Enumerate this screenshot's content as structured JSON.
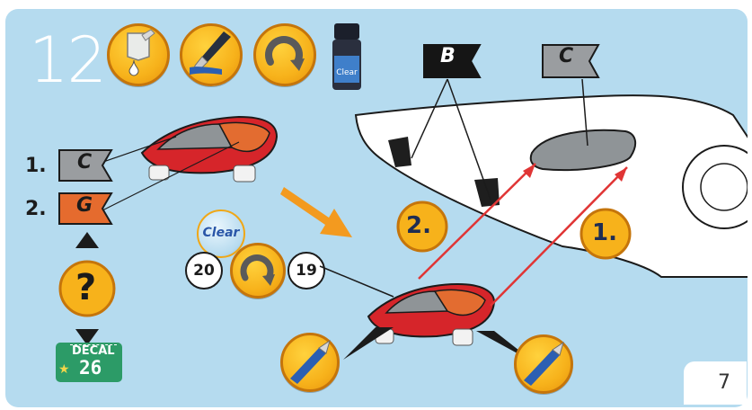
{
  "step": {
    "number": "12"
  },
  "page": {
    "number": "7"
  },
  "paint": {
    "jar_label": "Clear",
    "badge_label": "Clear"
  },
  "flags": {
    "step1_letter": "C",
    "step2_letter": "G",
    "black_flag_letter": "B",
    "grey_flag_letter": "C"
  },
  "steps": {
    "item1_label": "1.",
    "item2_label": "2.",
    "big_step_1": "1.",
    "big_step_2": "2."
  },
  "parts": {
    "part_left": "20",
    "part_right": "19"
  },
  "decal": {
    "title": "DECAL",
    "number": "26"
  },
  "colors": {
    "panel": "#b5dbef",
    "accent_orange": "#f7b21b",
    "car_red": "#d6252a",
    "window_grey": "#8f9497",
    "arrow_red": "#e03535"
  }
}
